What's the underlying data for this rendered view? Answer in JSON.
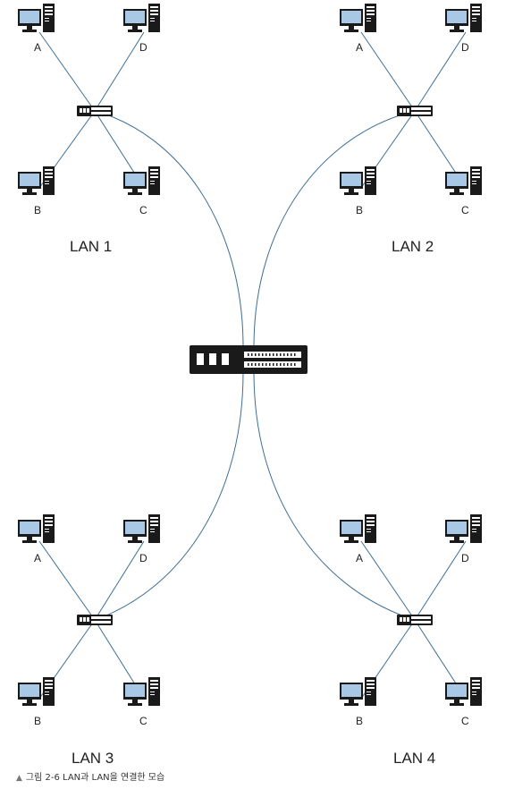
{
  "lans": [
    {
      "id": "lan1",
      "label": "LAN 1",
      "pcs": [
        "A",
        "D",
        "B",
        "C"
      ]
    },
    {
      "id": "lan2",
      "label": "LAN 2",
      "pcs": [
        "A",
        "D",
        "B",
        "C"
      ]
    },
    {
      "id": "lan3",
      "label": "LAN 3",
      "pcs": [
        "A",
        "D",
        "B",
        "C"
      ]
    },
    {
      "id": "lan4",
      "label": "LAN 4",
      "pcs": [
        "A",
        "D",
        "B",
        "C"
      ]
    }
  ],
  "caption": {
    "marker": "▲",
    "text": "그림 2-6 LAN과 LAN을 연결한 모습"
  },
  "colors": {
    "link": "#3f6f95",
    "device": "#1a1a1a",
    "screen": "#a9c8e6"
  }
}
